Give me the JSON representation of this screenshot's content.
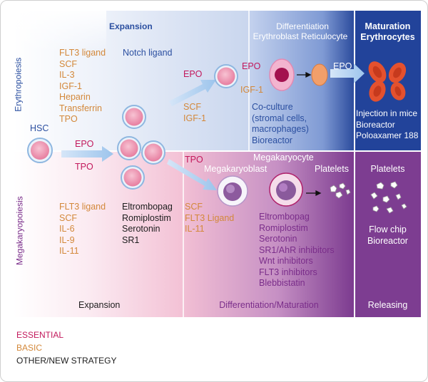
{
  "erythro_top": {
    "expansion_label": "Expansion",
    "differentiation_label": "Differentiation",
    "erythroblast_reticulocyte_label": "Erythroblast Reticulocyte",
    "maturation_label": "Maturation",
    "erythrocytes_label": "Erythrocytes"
  },
  "side_labels": {
    "erythropoiesis": "Erythropoiesis",
    "megakaryopoiesis": "Megakaryopoiesis"
  },
  "hsc_label": "HSC",
  "erythro_basic_factors": [
    "FLT3 ligand",
    "SCF",
    "IL-3",
    "IGF-1",
    "Heparin",
    "Transferrin",
    "TPO"
  ],
  "notch_ligand": "Notch ligand",
  "hsc_arrow_labels": {
    "epo": "EPO",
    "tpo": "TPO"
  },
  "erythro_arrow_labels": {
    "epo": "EPO",
    "scf": "SCF",
    "igf1": "IGF-1"
  },
  "erythro_diff": {
    "epo": "EPO",
    "igf1": "IGF-1",
    "strategies": [
      "Co-culture",
      "(stromal cells,",
      "macrophages)",
      "Bioreactor"
    ]
  },
  "maturation": {
    "epo": "EPO",
    "strategies": [
      "Injection in mice",
      "Bioreactor",
      "Poloaxamer 188"
    ]
  },
  "mega_basic_factors": [
    "FLT3 ligand",
    "SCF",
    "IL-6",
    "IL-9",
    "IL-11"
  ],
  "mega_other_factors": [
    "Eltrombopag",
    "Romiplostim",
    "Serotonin",
    "SR1"
  ],
  "mega_diff": {
    "tpo": "TPO",
    "megakaryoblast_label": "Megakaryoblast",
    "megakaryocyte_label": "Megakaryocyte",
    "platelets_label": "Platelets",
    "factors": [
      "SCF",
      "FLT3 Ligand",
      "IL-11"
    ],
    "strategies": [
      "Eltrombopag",
      "Romiplostim",
      "Serotonin",
      "SR1/AhR inhibitors",
      "Wnt inhibitors",
      "FLT3 inhibitors",
      "Blebbistatin"
    ]
  },
  "releasing": {
    "platelets_label": "Platelets",
    "strategies": [
      "Flow chip",
      "Bioreactor"
    ]
  },
  "bottom_labels": {
    "expansion": "Expansion",
    "differentiation_maturation": "Differentiation/Maturation",
    "releasing": "Releasing"
  },
  "legend": {
    "essential": "ESSENTIAL",
    "basic": "BASIC",
    "other": "OTHER/NEW STRATEGY"
  },
  "colors": {
    "essential": "#c2185b",
    "basic": "#d3883a",
    "other": "#1d1d1d",
    "erythro_blue": "#2b4fa0",
    "mega_purple": "#7a2d8a"
  }
}
